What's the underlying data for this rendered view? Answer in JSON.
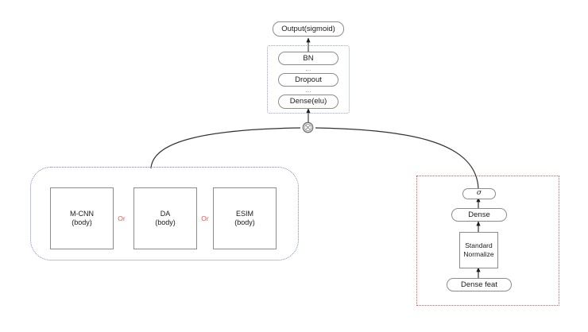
{
  "diagram": {
    "title": "Model architecture diagram",
    "background": "#ffffff",
    "colors": {
      "node_border": "#8c8c8c",
      "node_fill": "#ffffff",
      "edge": "#333333",
      "or_text": "#e8564f",
      "group_head_border": "#9aa3c8",
      "group_left_border": "#7b84c4",
      "group_right_border": "#e05a54"
    }
  },
  "head_stack": {
    "output": {
      "label": "Output(sigmoid)"
    },
    "bn": {
      "label": "BN"
    },
    "sep1": {
      "label": "..."
    },
    "dropout": {
      "label": "Dropout"
    },
    "sep2": {
      "label": "..."
    },
    "dense_elu": {
      "label": "Dense(elu)"
    }
  },
  "merge": {
    "label": "",
    "icon": "concat-merge-icon"
  },
  "left_group": {
    "boxes": [
      {
        "label": "M-CNN\n(body)"
      },
      {
        "label": "DA\n(body)"
      },
      {
        "label": "ESIM\n(body)"
      }
    ],
    "separators": [
      {
        "label": "Or"
      },
      {
        "label": "Or"
      }
    ]
  },
  "right_group": {
    "sigma": {
      "label": "σ"
    },
    "dense": {
      "label": "Dense"
    },
    "standard_normalize": {
      "label": "Standard\nNormalize"
    },
    "dense_feat": {
      "label": "Dense feat"
    }
  }
}
